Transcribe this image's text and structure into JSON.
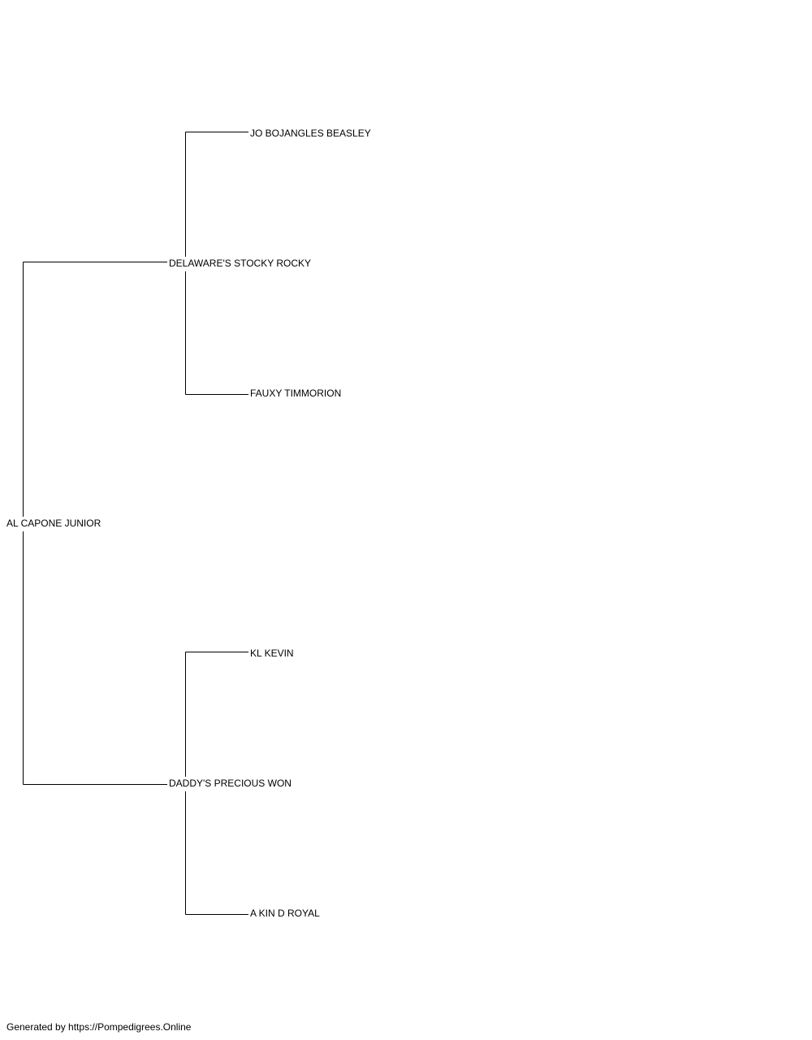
{
  "pedigree": {
    "subject": "AL CAPONE JUNIOR",
    "sire": {
      "name": "DELAWARE'S STOCKY ROCKY",
      "sire": "JO BOJANGLES BEASLEY",
      "dam": "FAUXY TIMMORION"
    },
    "dam": {
      "name": "DADDY'S PRECIOUS WON",
      "sire": "KL KEVIN",
      "dam": "A KIN D ROYAL"
    }
  },
  "footer": {
    "text": "Generated by https://Pompedigrees.Online"
  },
  "colors": {
    "line": "#000000",
    "text": "#000000",
    "background": "#ffffff"
  }
}
